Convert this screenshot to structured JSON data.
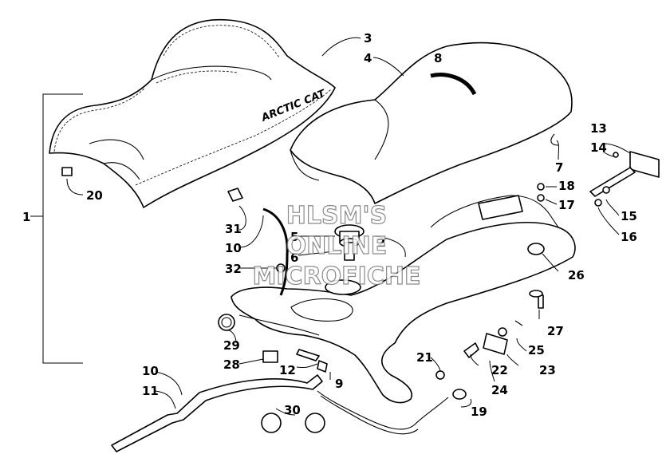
{
  "diagram": {
    "brand_text": "ARCTIC CAT",
    "watermark": [
      "HLSM'S",
      "ONLINE",
      "MICROFICHE"
    ],
    "labels": {
      "p1": "1",
      "p2": "2",
      "p3": "3",
      "p4": "4",
      "p5": "5",
      "p6": "6",
      "p7": "7",
      "p8": "8",
      "p9": "9",
      "p10a": "10",
      "p10b": "10",
      "p11": "11",
      "p12": "12",
      "p13": "13",
      "p14": "14",
      "p15": "15",
      "p16": "16",
      "p17": "17",
      "p18": "18",
      "p19": "19",
      "p20": "20",
      "p21": "21",
      "p22": "22",
      "p23": "23",
      "p24": "24",
      "p25": "25",
      "p26": "26",
      "p27": "27",
      "p28": "28",
      "p29": "29",
      "p30": "30",
      "p31": "31",
      "p32": "32"
    }
  }
}
